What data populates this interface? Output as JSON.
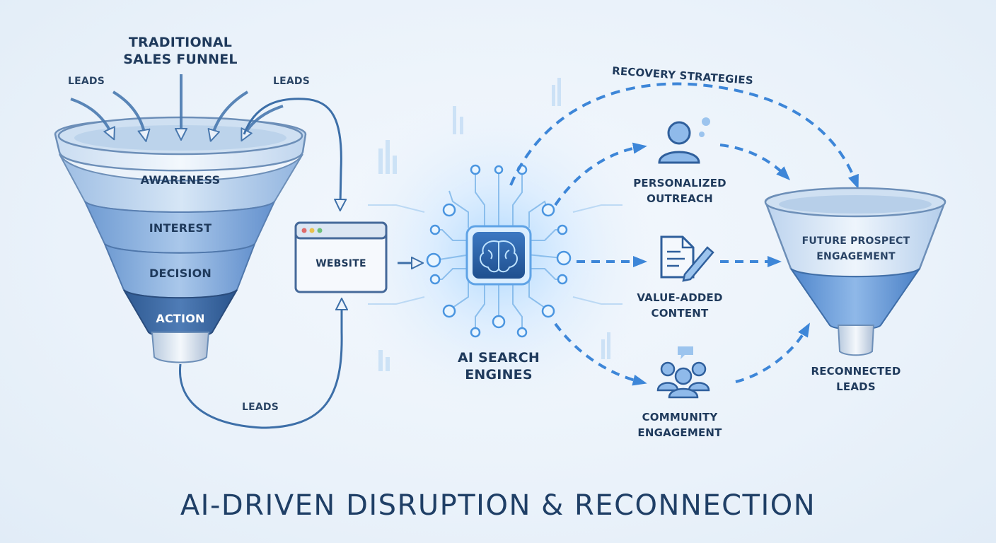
{
  "funnel": {
    "title_line1": "TRADITIONAL",
    "title_line2": "SALES FUNNEL",
    "stages": [
      "AWARENESS",
      "INTEREST",
      "DECISION",
      "ACTION"
    ],
    "leads_labels": [
      "LEADS",
      "LEADS",
      "LEADS"
    ]
  },
  "website": {
    "label": "WEBSITE"
  },
  "ai": {
    "label_line1": "AI SEARCH",
    "label_line2": "ENGINES"
  },
  "recovery": {
    "title": "RECOVERY STRATEGIES",
    "strategies": [
      {
        "line1": "PERSONALIZED",
        "line2": "OUTREACH",
        "icon": "person-chat-icon"
      },
      {
        "line1": "VALUE-ADDED",
        "line2": "CONTENT",
        "icon": "document-pencil-icon"
      },
      {
        "line1": "COMMUNITY",
        "line2": "ENGAGEMENT",
        "icon": "group-chat-icon"
      }
    ]
  },
  "future_funnel": {
    "label_line1": "FUTURE PROSPECT",
    "label_line2": "ENGAGEMENT",
    "result_line1": "RECONNECTED",
    "result_line2": "LEADS"
  },
  "title": "AI-DRIVEN DISRUPTION & RECONNECTION",
  "colors": {
    "primary": "#3d7fcf",
    "dark_navy": "#1f3a5c",
    "light_blue": "#bcd6f0",
    "glow": "#8fc4f5"
  }
}
